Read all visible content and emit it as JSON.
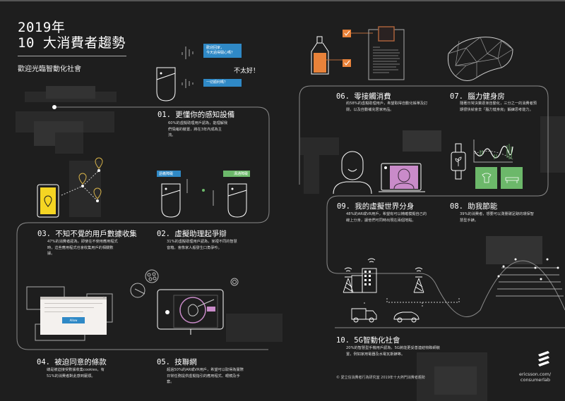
{
  "header": {
    "title_line1": "2019年",
    "title_line2": "10 大消費者趨勢",
    "subtitle": "歡迎光臨智動化社會"
  },
  "chat": {
    "bubble1_line1": "歡迎回家，",
    "bubble1_line2": "今天過得開心嗎？",
    "reply": "不太好！",
    "bubble2": "一切順利嗎？"
  },
  "assistant_tags": {
    "left": "語義障礙",
    "right": "溝通障礙"
  },
  "colors": {
    "background": "#1e1e1e",
    "accent_blue": "#2f89c6",
    "accent_green": "#6cb86a",
    "accent_orange": "#e8823a",
    "accent_yellow": "#f5d523",
    "accent_purple": "#c98bc9"
  },
  "trends": [
    {
      "num": "01.",
      "title": "更懂你的感知設備",
      "body": "60%的虛擬助理用戶認為，能理解我們情緒的裝置，將在3年內成為主流。"
    },
    {
      "num": "02.",
      "title": "虛擬助理起爭辯",
      "body": "31%的虛擬助理用戶認為，家裡不同的智慧音箱，會像家人般發生口角爭吵。"
    },
    {
      "num": "03.",
      "title": "不知不覺的用戶數據收集",
      "body": "47%的消費者認為，即使在不使用應用程式時，這些應用程式也會收集用戶的相關數據。"
    },
    {
      "num": "04.",
      "title": "被迫同意的條款",
      "body": "總是被迫接受數據收集cookies，有51%的消費者對此感到厭煩。"
    },
    {
      "num": "05.",
      "title": "技聯網",
      "body": "超過50%的AR或VR用戶，希望可以取得為實際日常任務提供虛擬指引的應用程式、眼鏡及手套。"
    },
    {
      "num": "06.",
      "title": "零接觸消費",
      "body": "約58%的虛擬助理用戶，希望取得自動化帳單及訂閱，以及自動補充居家用品。"
    },
    {
      "num": "07.",
      "title": "腦力健身房",
      "body": "隨著日常決策逐漸自動化，三分之一的消費者預期很快就會去「腦力健身房」鍛鍊思考能力。"
    },
    {
      "num": "08.",
      "title": "助我節能",
      "body": "39%的消費者，想要可以測量碳足跡的環保智慧型手錶。"
    },
    {
      "num": "09.",
      "title": "我的虛擬世界分身",
      "body": "48%的AR或VR用戶，希望有可以精確模擬自己的線上分身，讓他們可同時出現在兩個地點。"
    },
    {
      "num": "10.",
      "title": "5G智動化社會",
      "body": "20%的智慧型手機用戶認為，5G將能更妥善連結物聯網裝置，例如家用電器及水電瓦斯錶等。"
    }
  ],
  "consent_dialog": {
    "allow_label": "Allow",
    "close_label": "×"
  },
  "footer": {
    "source": "© 愛立信消費者行為研究室 2019年十大熱門消費者趨勢",
    "url_line1": "ericsson.com/",
    "url_line2": "consumerlab"
  }
}
